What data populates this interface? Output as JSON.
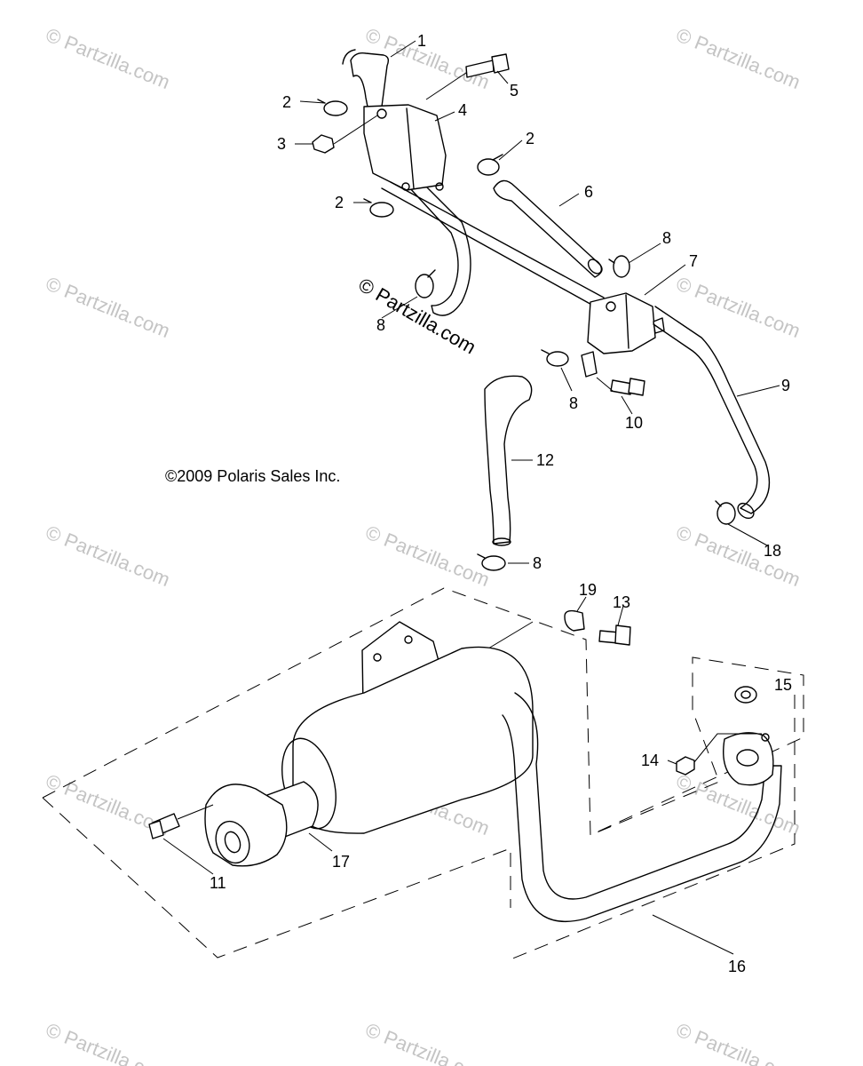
{
  "copyright": "©2009 Polaris Sales Inc.",
  "watermark": "© Partzilla.com",
  "watermark_center": "© Partzilla.com",
  "callouts": [
    {
      "id": "c1",
      "label": "1"
    },
    {
      "id": "c2a",
      "label": "2"
    },
    {
      "id": "c2b",
      "label": "2"
    },
    {
      "id": "c2c",
      "label": "2"
    },
    {
      "id": "c3",
      "label": "3"
    },
    {
      "id": "c4",
      "label": "4"
    },
    {
      "id": "c5",
      "label": "5"
    },
    {
      "id": "c6",
      "label": "6"
    },
    {
      "id": "c7",
      "label": "7"
    },
    {
      "id": "c8a",
      "label": "8"
    },
    {
      "id": "c8b",
      "label": "8"
    },
    {
      "id": "c8c",
      "label": "8"
    },
    {
      "id": "c8d",
      "label": "8"
    },
    {
      "id": "c9",
      "label": "9"
    },
    {
      "id": "c10",
      "label": "10"
    },
    {
      "id": "c11",
      "label": "11"
    },
    {
      "id": "c12",
      "label": "12"
    },
    {
      "id": "c13",
      "label": "13"
    },
    {
      "id": "c14",
      "label": "14"
    },
    {
      "id": "c15",
      "label": "15"
    },
    {
      "id": "c16",
      "label": "16"
    },
    {
      "id": "c17",
      "label": "17"
    },
    {
      "id": "c18",
      "label": "18"
    },
    {
      "id": "c19",
      "label": "19"
    }
  ]
}
